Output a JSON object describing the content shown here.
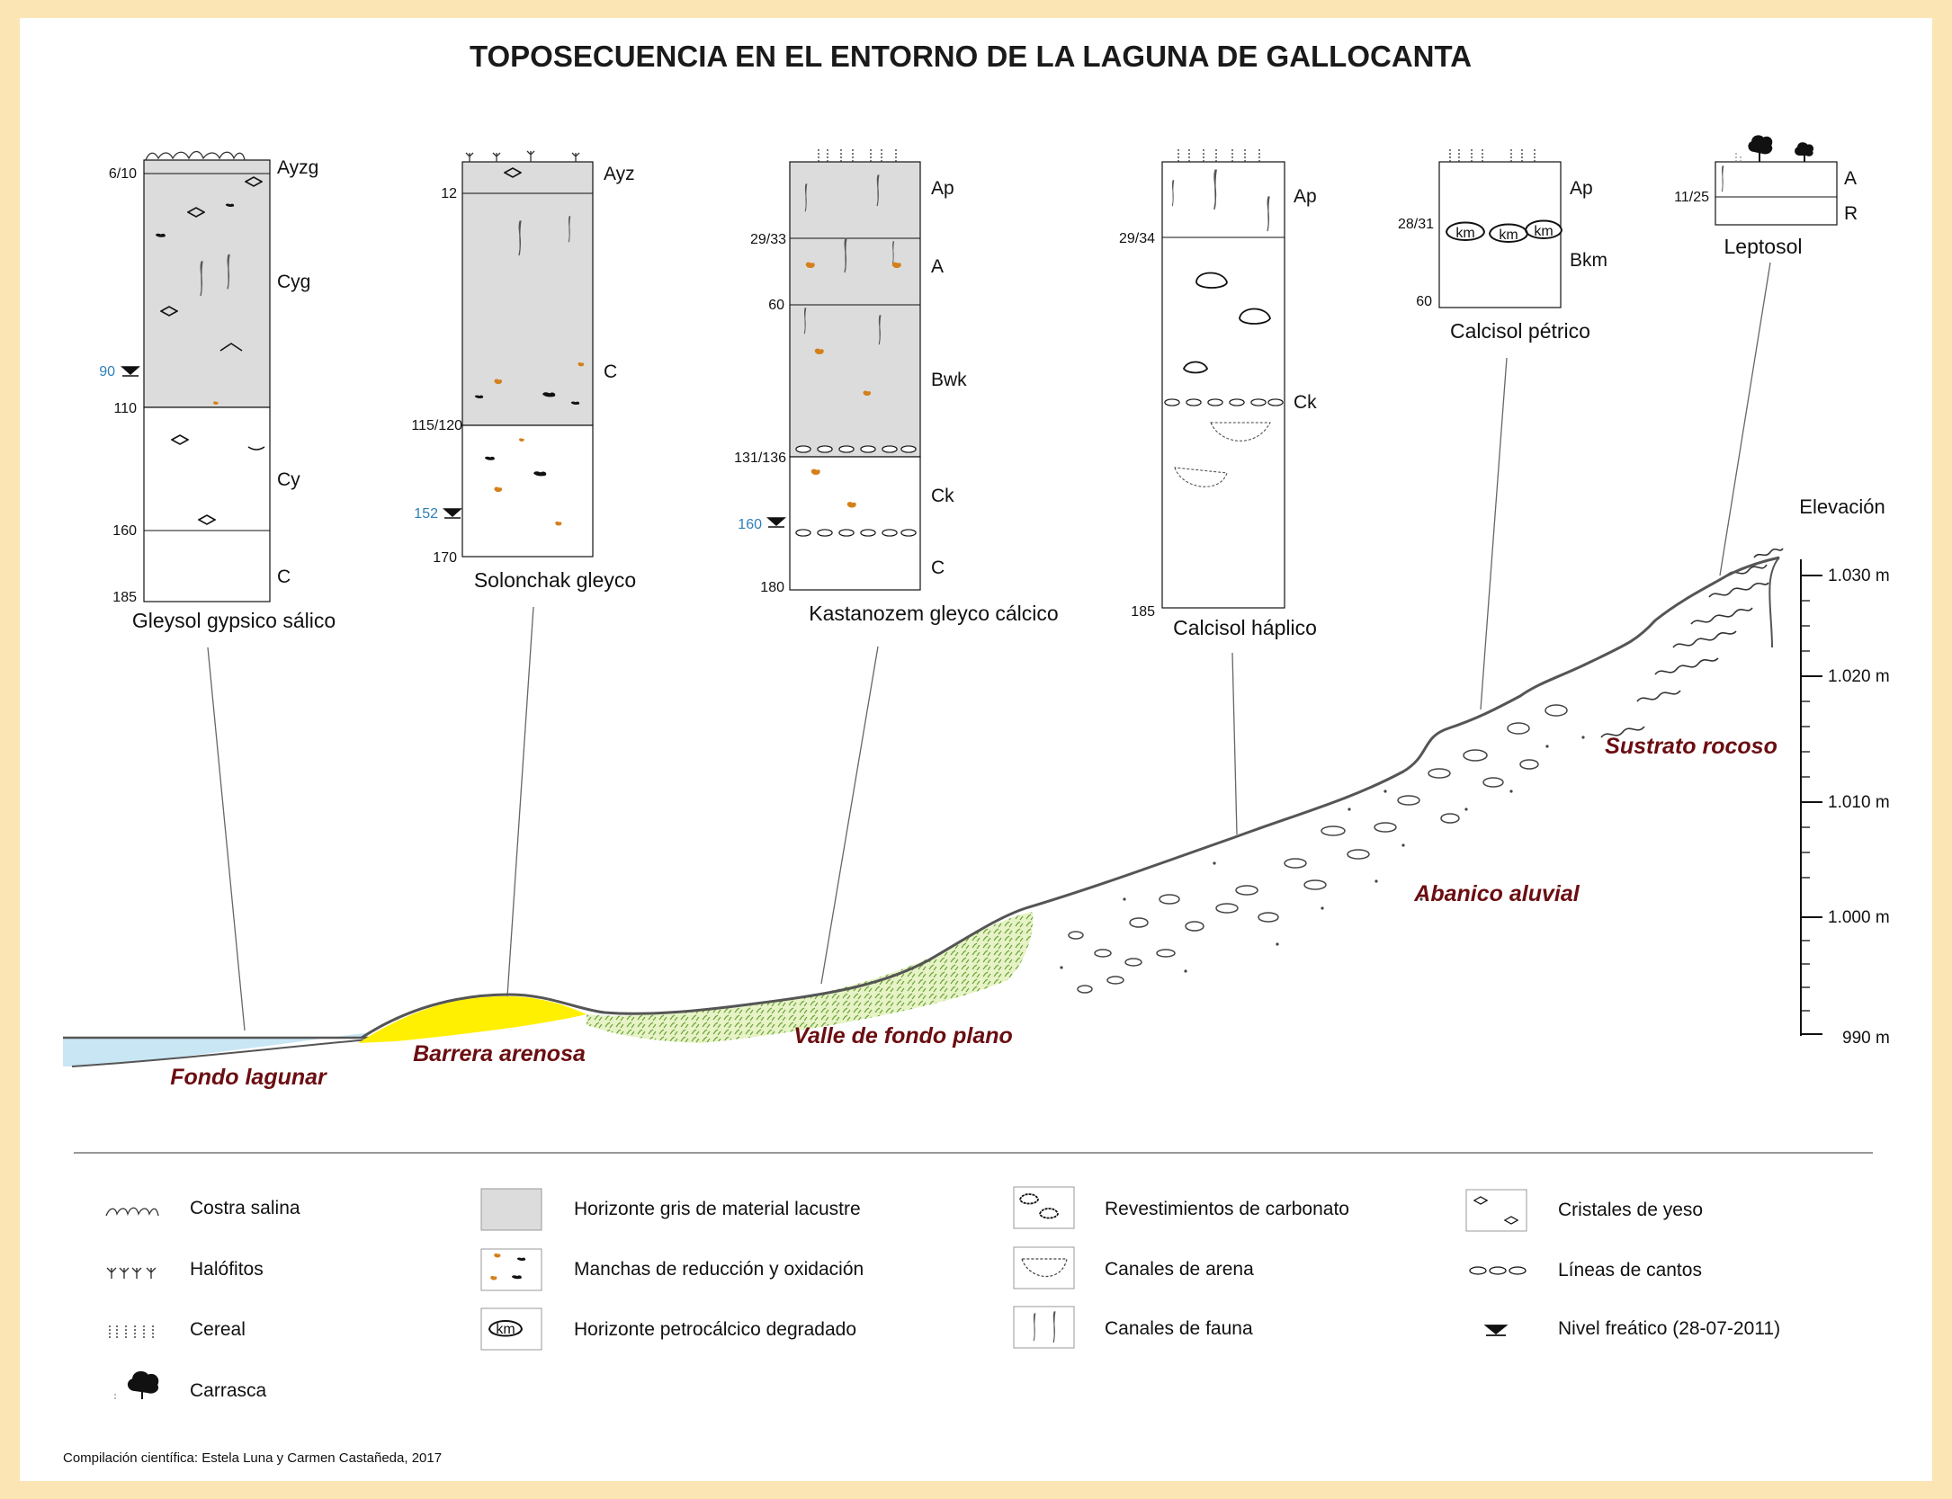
{
  "title": "TOPOSECUENCIA EN EL ENTORNO DE LA LAGUNA DE GALLOCANTA",
  "colors": {
    "background": "#FCE5B5",
    "lacustrine_grey": "#DCDCDC",
    "sand_yellow": "#FFEF00",
    "water_blue": "#C9E6F4",
    "landform_label": "#6B0E12",
    "water_table_depth": "#2F7FB8",
    "redox_orange": "#D4801A"
  },
  "profiles": [
    {
      "name": "Gleysol gypsico sálico",
      "horizons": [
        "Ayzg",
        "Cyg",
        "Cy",
        "C"
      ],
      "depths": [
        "6/10",
        "110",
        "160",
        "185"
      ],
      "water_table": "90"
    },
    {
      "name": "Solonchak gleyco",
      "horizons": [
        "Ayz",
        "C"
      ],
      "depths": [
        "12",
        "115/120",
        "170"
      ],
      "water_table": "152"
    },
    {
      "name": "Kastanozem gleyco cálcico",
      "horizons": [
        "Ap",
        "A",
        "Bwk",
        "Ck",
        "C"
      ],
      "depths": [
        "29/33",
        "60",
        "131/136",
        "180"
      ],
      "water_table": "160"
    },
    {
      "name": "Calcisol háplico",
      "horizons": [
        "Ap",
        "Ck"
      ],
      "depths": [
        "29/34",
        "185"
      ]
    },
    {
      "name": "Calcisol pétrico",
      "horizons": [
        "Ap",
        "Bkm"
      ],
      "depths": [
        "28/31",
        "60"
      ]
    },
    {
      "name": "Leptosol",
      "horizons": [
        "A",
        "R"
      ],
      "depths": [
        "11/25"
      ]
    }
  ],
  "landforms": [
    "Fondo lagunar",
    "Barrera arenosa",
    "Valle de fondo plano",
    "Abanico aluvial",
    "Sustrato rocoso"
  ],
  "elevation_axis": {
    "title": "Elevación",
    "ticks": [
      "1.030 m",
      "1.020 m",
      "1.010 m",
      "1.000 m",
      "990 m"
    ]
  },
  "legend": [
    {
      "icon": "salt-crust-icon",
      "label": "Costra salina"
    },
    {
      "icon": "halophytes-icon",
      "label": "Halófitos"
    },
    {
      "icon": "cereal-icon",
      "label": "Cereal"
    },
    {
      "icon": "holm-oak-icon",
      "label": "Carrasca"
    },
    {
      "icon": "grey-horizon-icon",
      "label": "Horizonte gris de material lacustre"
    },
    {
      "icon": "redox-mottles-icon",
      "label": "Manchas de reducción y oxidación"
    },
    {
      "icon": "petrocalcic-icon",
      "label": "Horizonte petrocálcico degradado"
    },
    {
      "icon": "carbonate-coatings-icon",
      "label": "Revestimientos de carbonato"
    },
    {
      "icon": "sand-channels-icon",
      "label": "Canales de arena"
    },
    {
      "icon": "fauna-channels-icon",
      "label": "Canales de fauna"
    },
    {
      "icon": "gypsum-crystals-icon",
      "label": "Cristales de yeso"
    },
    {
      "icon": "stone-lines-icon",
      "label": "Líneas de cantos"
    },
    {
      "icon": "water-table-icon",
      "label": "Nivel freático (28-07-2011)"
    }
  ],
  "credit": "Compilación científica: Estela Luna y Carmen Castañeda, 2017"
}
